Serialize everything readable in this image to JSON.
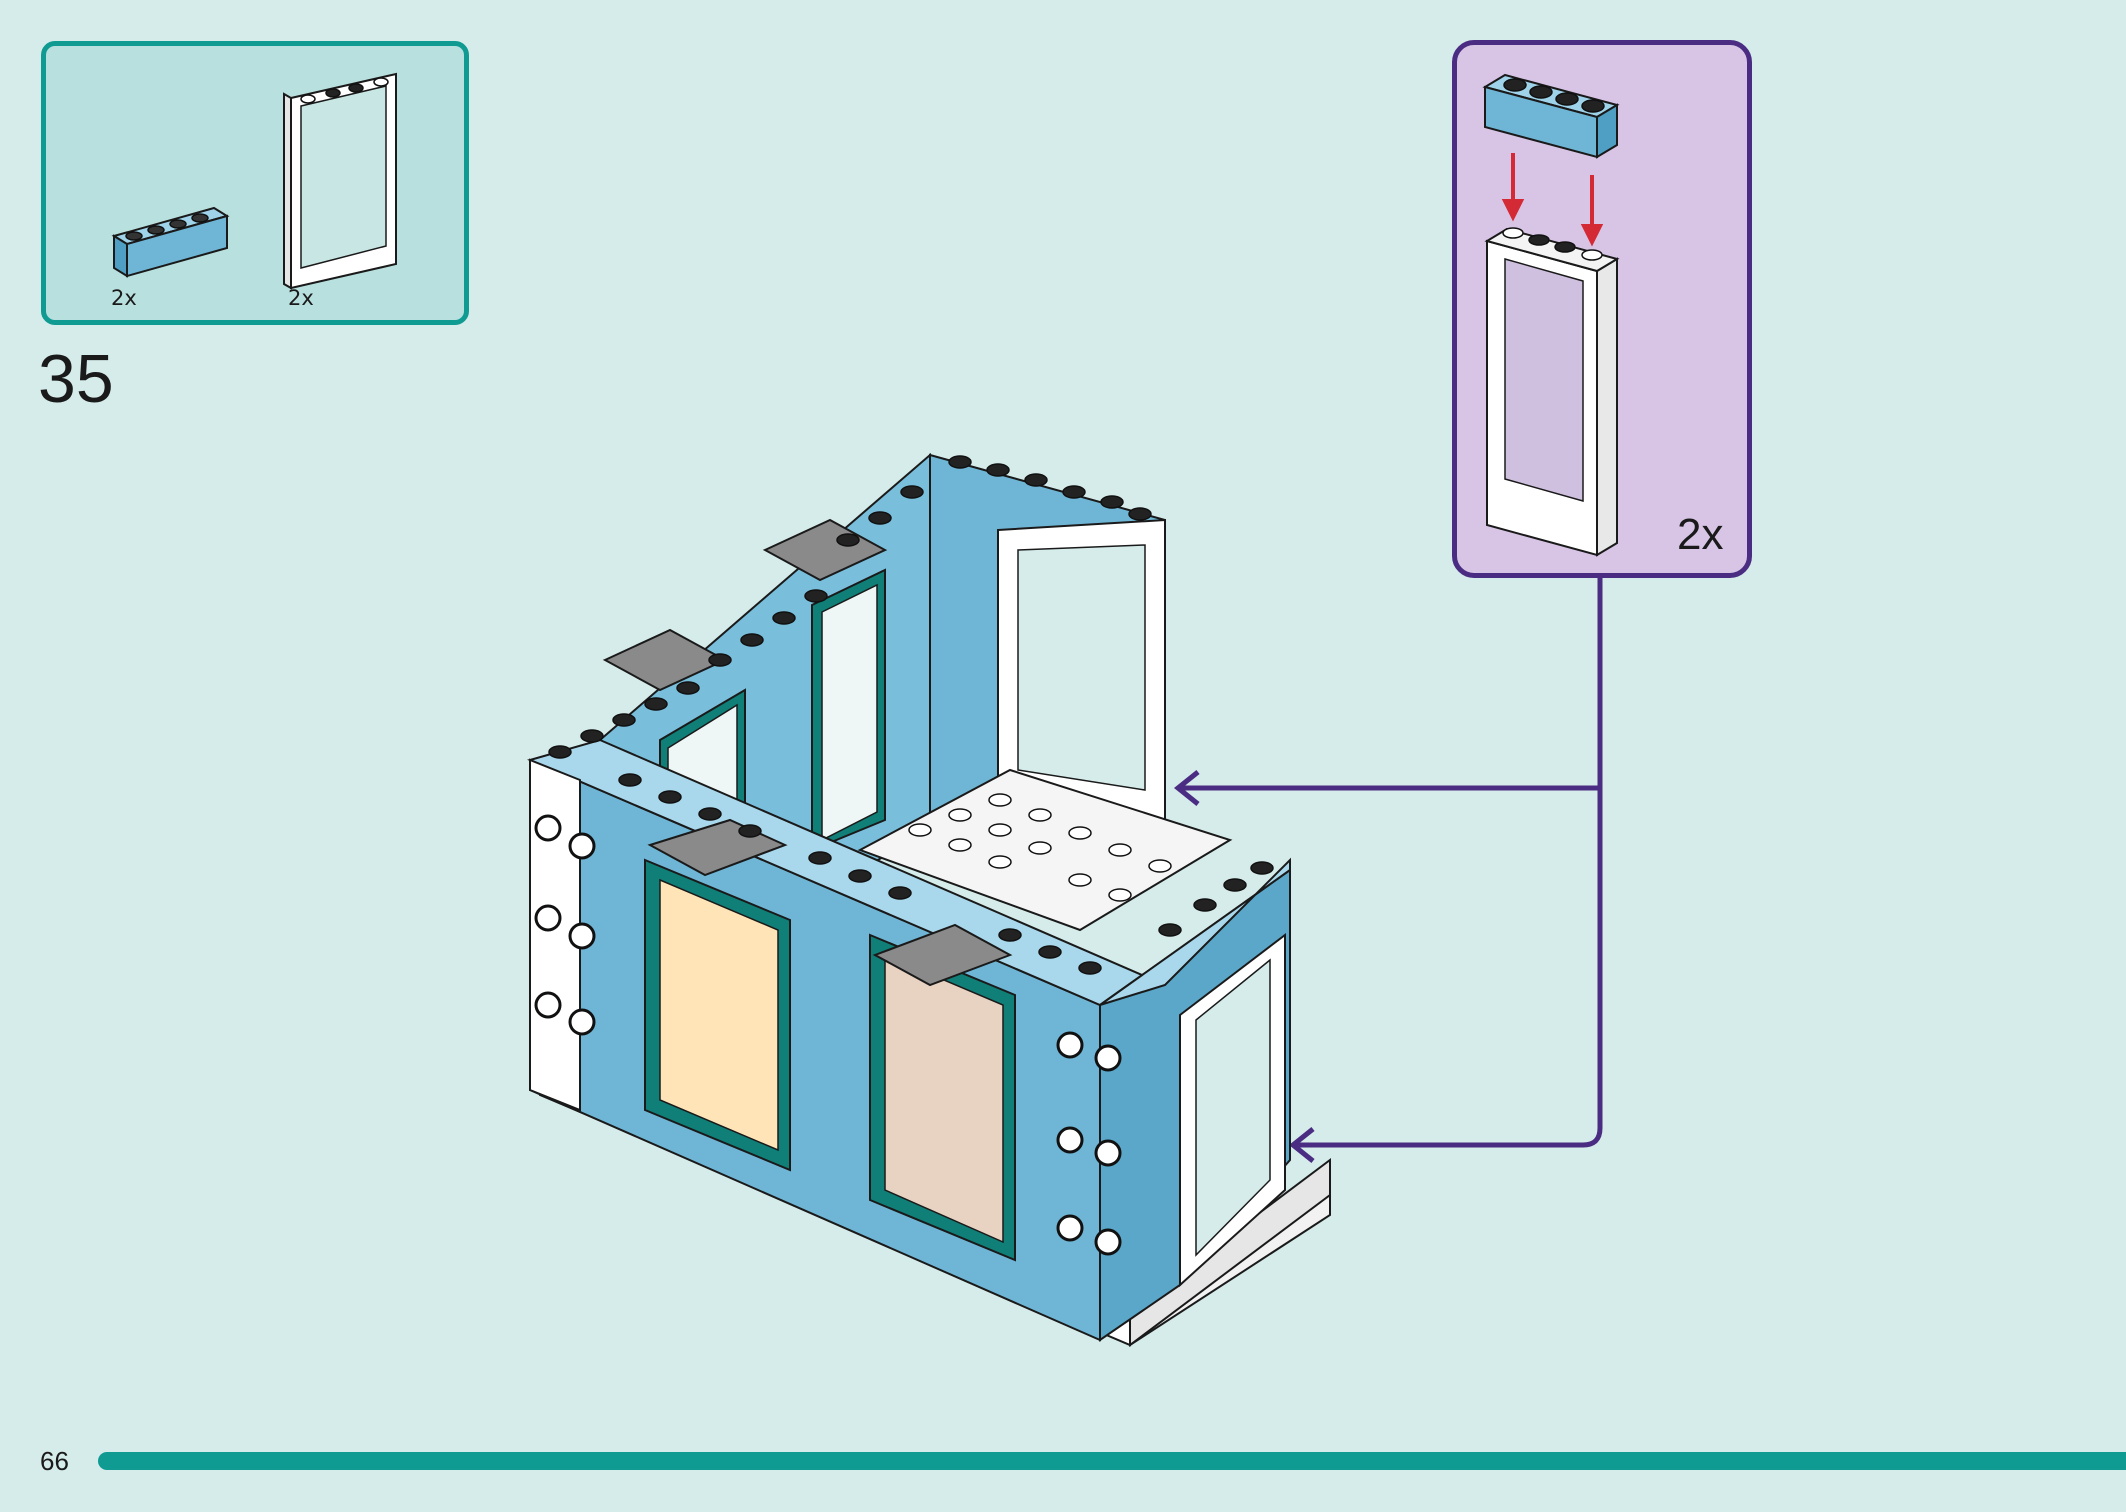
{
  "parts_list": {
    "items": [
      {
        "part": "blue-brick-1x4",
        "quantity": "2x"
      },
      {
        "part": "white-door-frame",
        "quantity": "2x"
      }
    ]
  },
  "step": {
    "number": "35"
  },
  "sub_assembly": {
    "quantity": "2x"
  },
  "page": {
    "number": "66",
    "progress_fraction": 1.0
  },
  "colors": {
    "background": "#d5ecea",
    "teal_accent": "#0f9a92",
    "purple_accent": "#4a2c82",
    "callout_fill": "#d8c5e6",
    "brick_blue": "#6fb6d6",
    "arrow_red": "#d32a35"
  }
}
